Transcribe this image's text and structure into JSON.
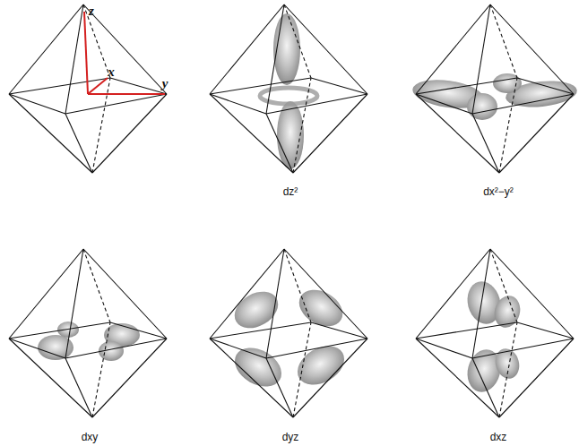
{
  "diagram": {
    "labels": [
      "z",
      "x",
      "y",
      "dz²",
      "dx²−y²",
      "dxy",
      "dyz",
      "dxz"
    ]
  }
}
